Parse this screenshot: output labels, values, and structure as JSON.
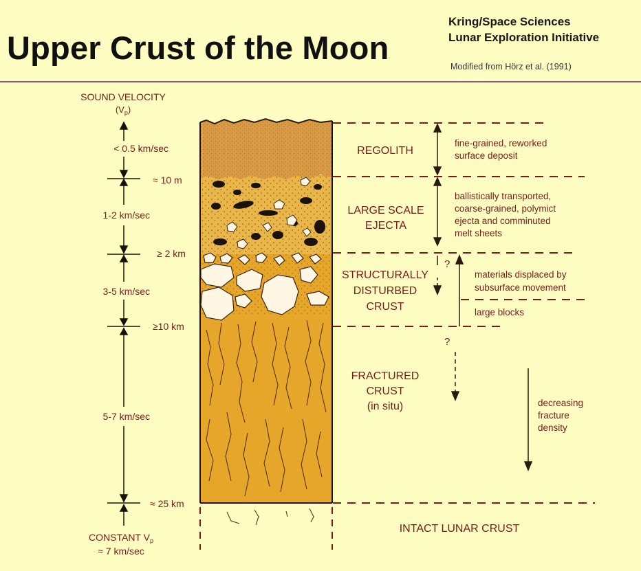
{
  "header": {
    "title": "Upper Crust of the Moon",
    "org_line1": "Kring/Space Sciences",
    "org_line2": "Lunar Exploration Initiative",
    "citation": "Modified from Hörz et al. (1991)"
  },
  "velocity": {
    "heading": "SOUND VELOCITY",
    "symbol": "(V",
    "symbol_sub": "p",
    "symbol_close": ")",
    "ranges": [
      "< 0.5 km/sec",
      "1-2 km/sec",
      "3-5 km/sec",
      "5-7 km/sec"
    ],
    "constant_line1": "CONSTANT V",
    "constant_sub": "p",
    "constant_line2": "≈ 7 km/sec"
  },
  "depths": [
    "≈ 10 m",
    "≥ 2 km",
    "≥10 km",
    "≈ 25 km"
  ],
  "layers": {
    "regolith": "REGOLITH",
    "ejecta_1": "LARGE SCALE",
    "ejecta_2": "EJECTA",
    "disturbed_1": "STRUCTURALLY",
    "disturbed_2": "DISTURBED",
    "disturbed_3": "CRUST",
    "fractured_1": "FRACTURED",
    "fractured_2": "CRUST",
    "fractured_3": "(in situ)",
    "intact": "INTACT LUNAR CRUST"
  },
  "descriptions": {
    "regolith_1": "fine-grained, reworked",
    "regolith_2": "surface deposit",
    "ejecta_1": "ballistically transported,",
    "ejecta_2": "coarse-grained, polymict",
    "ejecta_3": "ejecta and comminuted",
    "ejecta_4": "melt sheets",
    "displaced_1": "materials displaced by",
    "displaced_2": "subsurface movement",
    "blocks": "large blocks",
    "density_1": "decreasing",
    "density_2": "fracture",
    "density_3": "density",
    "question": "?"
  },
  "colors": {
    "background": "#fdfdc2",
    "regolith": "#d89a44",
    "ejecta": "#e9b64a",
    "crust": "#e6a62a",
    "clast": "#fff6e4",
    "ink": "#7b1a1a"
  }
}
